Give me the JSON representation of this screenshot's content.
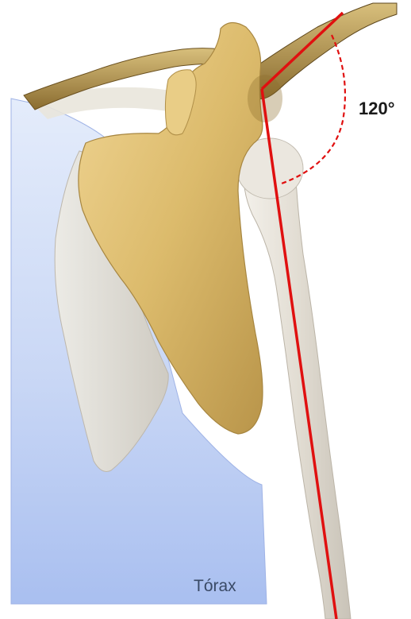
{
  "labels": {
    "angle": "120°",
    "torax": "Tórax"
  },
  "colors": {
    "thorax_fill": "#bccdf2",
    "scapula_fill": "#d9b86a",
    "bone_fill": "#e6e1d8",
    "rib_fill": "#ddd8ce",
    "angle_lines": "#e01010"
  },
  "angle_degrees": 120
}
